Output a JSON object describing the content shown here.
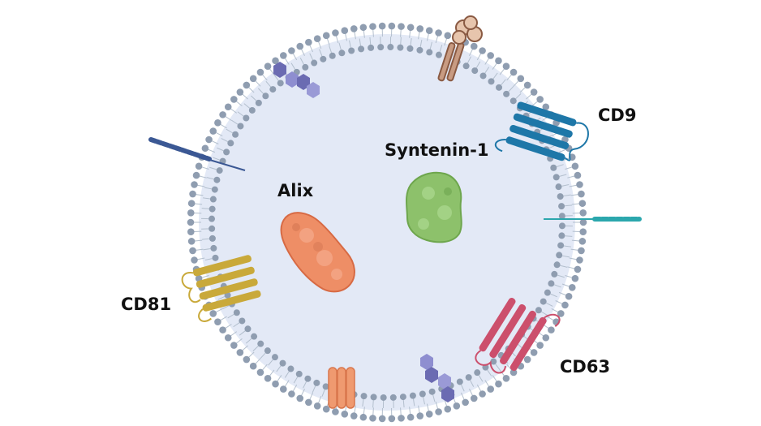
{
  "labels": {
    "syntenin": "Syntenin-1",
    "alix": "Alix",
    "cd9": "CD9",
    "cd81": "CD81",
    "cd63": "CD63"
  },
  "colors": {
    "background": "#ffffff",
    "lumen": "#e3e9f6",
    "lipid_head": "#8f9db0",
    "lipid_tail": "#b3bfcd",
    "cd9": "#1e77a8",
    "cd81": "#c9a93a",
    "cd63": "#cc4f6c",
    "alix": "#ee8e66",
    "syntenin": "#8dc16b",
    "glycan": "#7474b8",
    "receptor": "#a87a62",
    "teal_protein": "#2ba7ad",
    "blue_protein": "#3b5894",
    "orange_channel": "#ef9a70"
  }
}
